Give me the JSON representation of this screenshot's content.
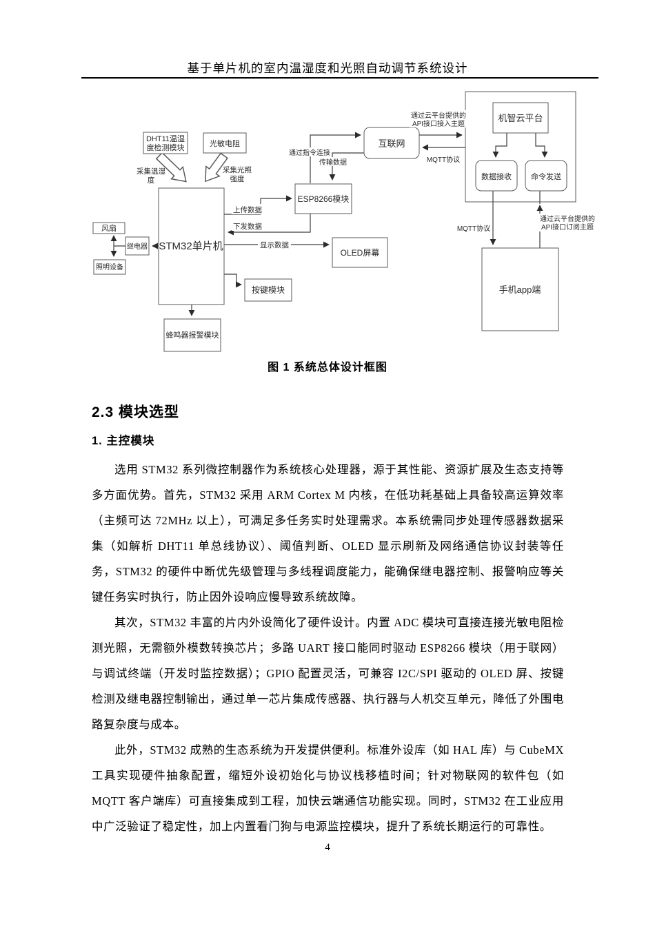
{
  "page": {
    "header_title": "基于单片机的室内温湿度和光照自动调节系统设计",
    "page_number": "4"
  },
  "figure": {
    "caption": "图 1 系统总体设计框图",
    "nodes": {
      "dht11_line1": "DHT11温湿",
      "dht11_line2": "度检测模块",
      "photoresistor": "光敏电阻",
      "stm32": "STM32单片机",
      "fan": "风扇",
      "relay": "继电器",
      "lighting": "照明设备",
      "esp8266": "ESP8266模块",
      "internet": "互联网",
      "cloud_platform": "机智云平台",
      "data_receive": "数据接收",
      "cmd_send": "命令发送",
      "oled": "OLED屏幕",
      "keys": "按键模块",
      "buzzer": "蜂鸣器报警模块",
      "phone_app": "手机app端"
    },
    "labels": {
      "collect_th_1": "采集温湿",
      "collect_th_2": "度",
      "collect_light_1": "采集光照",
      "collect_light_2": "强度",
      "upload": "上传数据",
      "download": "下发数据",
      "display": "显示数据",
      "cmd_connect": "通过指令连接",
      "transfer_data": "传输数据",
      "api_join_1": "通过云平台提供的",
      "api_join_2": "API接口接入主题",
      "mqtt_top": "MQTT协议",
      "mqtt_bottom": "MQTT协议",
      "api_sub_1": "通过云平台提供的",
      "api_sub_2": "API接口订阅主题"
    }
  },
  "content": {
    "section_heading": "2.3 模块选型",
    "sub_heading": "1. 主控模块",
    "paragraphs": [
      "选用 STM32 系列微控制器作为系统核心处理器，源于其性能、资源扩展及生态支持等多方面优势。首先，STM32 采用 ARM Cortex M 内核，在低功耗基础上具备较高运算效率（主频可达 72MHz 以上），可满足多任务实时处理需求。本系统需同步处理传感器数据采集（如解析 DHT11 单总线协议）、阈值判断、OLED 显示刷新及网络通信协议封装等任务，STM32 的硬件中断优先级管理与多线程调度能力，能确保继电器控制、报警响应等关键任务实时执行，防止因外设响应慢导致系统故障。",
      "其次，STM32 丰富的片内外设简化了硬件设计。内置 ADC 模块可直接连接光敏电阻检测光照，无需额外模数转换芯片；多路 UART 接口能同时驱动 ESP8266 模块（用于联网）与调试终端（开发时监控数据）；GPIO 配置灵活，可兼容 I2C/SPI 驱动的 OLED 屏、按键检测及继电器控制输出，通过单一芯片集成传感器、执行器与人机交互单元，降低了外围电路复杂度与成本。",
      "此外，STM32 成熟的生态系统为开发提供便利。标准外设库（如 HAL 库）与 CubeMX 工具实现硬件抽象配置，缩短外设初始化与协议栈移植时间；针对物联网的软件包（如 MQTT 客户端库）可直接集成到工程，加快云端通信功能实现。同时，STM32 在工业应用中广泛验证了稳定性，加上内置看门狗与电源监控模块，提升了系统长期运行的可靠性。"
    ]
  }
}
